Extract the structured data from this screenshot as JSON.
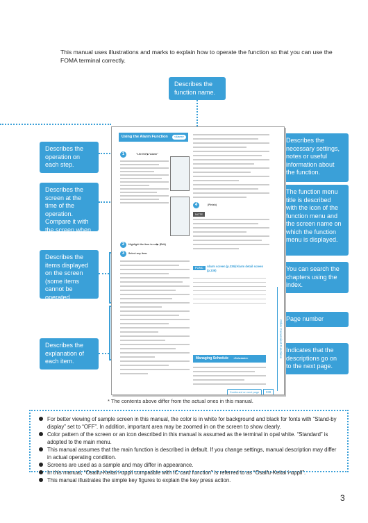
{
  "intro": "This manual uses illustrations and marks to explain how to operate the function so that you can use the FOMA terminal correctly.",
  "callouts": {
    "function_name": "Describes the function name.",
    "operation": "Describes the operation on each step.",
    "screen": "Describes the screen at the time of the operation. Compare it with the screen when you operate.",
    "items": "Describes the items displayed on the screen (some items cannot be operated depending on the operation).",
    "explanation": "Describes the explanation of each item.",
    "settings": "Describes the necessary settings, notes or useful information about the function.",
    "menu_title": "The function menu title is described with the icon of the function menu and the screen name on which the function menu is displayed.",
    "chapters": "You can search the chapters using the index.",
    "page_number": "Page number",
    "next_page": "Indicates that the descriptions go on to the next page."
  },
  "sample": {
    "function_title": "Using the Alarm Function",
    "function_tag": "<Alarm>",
    "step1_line": "\"Life Kit\"▶\"Alarm\"",
    "step2_line": "Highlight the item to set▶ (Edit)",
    "step3_line": "(Finish)",
    "select_any_item": "Select any item:",
    "note_label": "NOTE",
    "menu_screen": "Alarm screen (p.339)/Alarm detail screen (p.339)",
    "management": "Managing Schedule",
    "management_tag": "<Scheduler>",
    "continued": "Continued on next page",
    "page_ref": "339",
    "sidebar": "Other Convenient Functions",
    "func_menu_label": "FUNC"
  },
  "footnote": "* The contents above differ from the actual ones in this manual.",
  "notes": [
    "For better viewing of sample screen in this manual, the color is in white for background and black for fonts with “Stand-by display” set to “OFF”. In addition, important area may be zoomed in on the screen to show clearly.",
    "Color pattern of the screen or an icon described in this manual is assumed as the terminal in opal white. “Standard” is adopted to the main menu.",
    "This manual assumes that the main function is described in default. If you change settings, manual description may differ in actual operating condition.",
    "Screens are used as a sample and may differ in appearance.",
    "In this manual, “Osaifu-Keitai i-αppli compatible with IC card function” is referred to as “Osaifu-Keitai i-αppli”.",
    "This manual illustrates the simple key figures to explain the key press action."
  ],
  "page_number": "3",
  "colors": {
    "accent": "#3aa0d8"
  }
}
